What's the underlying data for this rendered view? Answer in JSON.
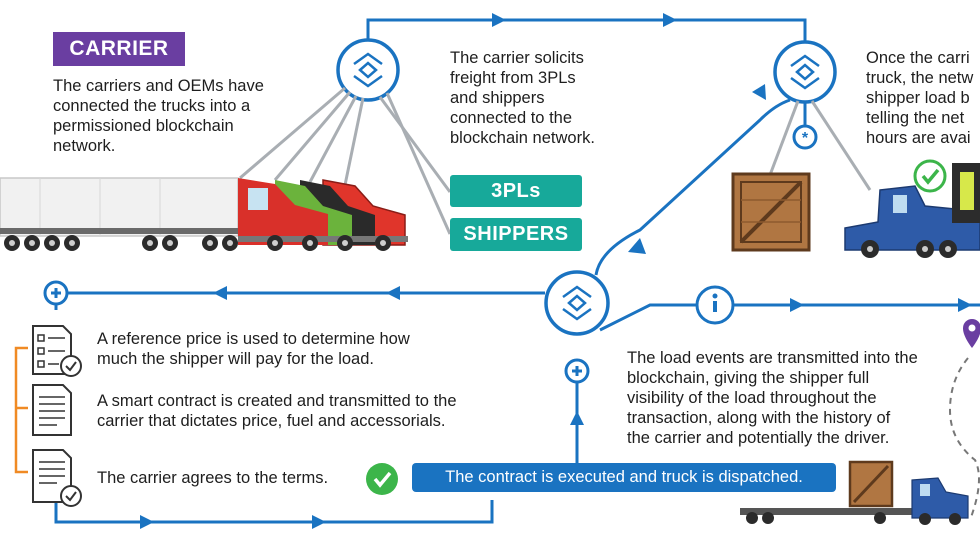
{
  "carrier": {
    "badge": "CARRIER",
    "description": "The carriers and OEMs have\nconnected the trucks into a\npermissioned blockchain\nnetwork."
  },
  "solicit": "The carrier solicits\nfreight from 3PLs\nand shippers\nconnected to the\nblockchain network.",
  "once_text": "Once the carri\ntruck, the netw\nshipper load b\ntelling the net\nhours are avai",
  "parties": {
    "threepl": "3PLs",
    "shippers": "SHIPPERS"
  },
  "steps": {
    "reference_price": "A reference price is used to determine how\nmuch the shipper will pay for the load.",
    "smart_contract": "A smart contract is created and transmitted to the\ncarrier that dictates price, fuel and accessorials.",
    "agrees": "The carrier agrees to the terms.",
    "executed": "The contract is executed and truck is dispatched."
  },
  "events": "The load events are transmitted into the\nblockchain, giving the shipper full\nvisibility of the load throughout the\ntransaction, along with the history of\nthe carrier and potentially the driver.",
  "colors": {
    "flow_blue": "#1a73c1",
    "carrier_purple": "#6a3ea1",
    "teal": "#17a99a",
    "check_green": "#3cb54a",
    "bracket_orange": "#f08a24",
    "crate_brown": "#a86b3c"
  }
}
